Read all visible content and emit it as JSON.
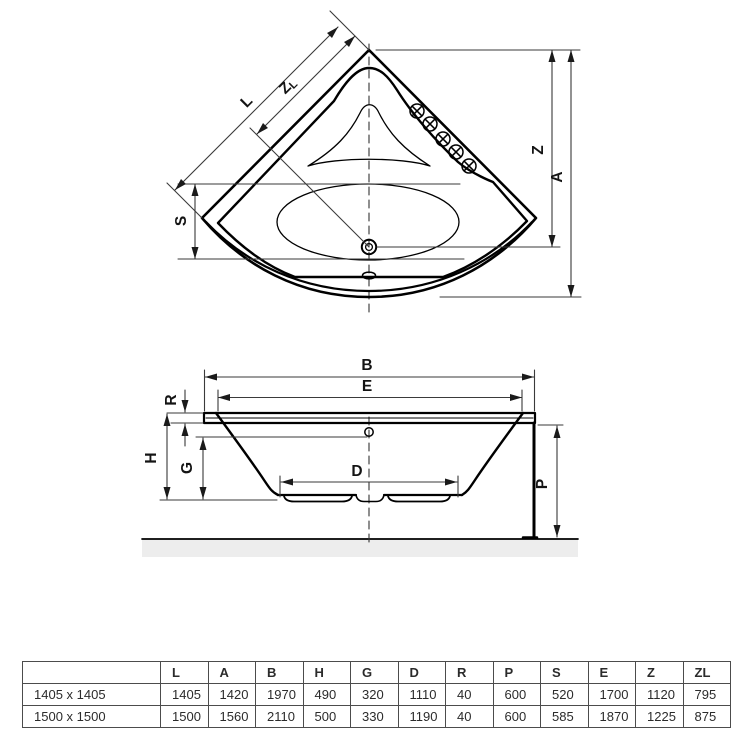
{
  "drawing": {
    "labels": {
      "l": "L",
      "zl_z": "Z",
      "zl_l": "L",
      "s": "S",
      "z": "Z",
      "a": "A",
      "b": "B",
      "e": "E",
      "r": "R",
      "h": "H",
      "g": "G",
      "d": "D",
      "p": "P"
    },
    "jet_count": 5,
    "colors": {
      "line": "#000000",
      "dim_line": "#3a3a3a",
      "floor_fill": "#ededed"
    }
  },
  "table": {
    "headers": [
      "",
      "L",
      "A",
      "B",
      "H",
      "G",
      "D",
      "R",
      "P",
      "S",
      "E",
      "Z",
      "ZL"
    ],
    "rows": [
      [
        "1405 x 1405",
        "1405",
        "1420",
        "1970",
        "490",
        "320",
        "1110",
        "40",
        "600",
        "520",
        "1700",
        "1120",
        "795"
      ],
      [
        "1500 x 1500",
        "1500",
        "1560",
        "2110",
        "500",
        "330",
        "1190",
        "40",
        "600",
        "585",
        "1870",
        "1225",
        "875"
      ]
    ]
  }
}
